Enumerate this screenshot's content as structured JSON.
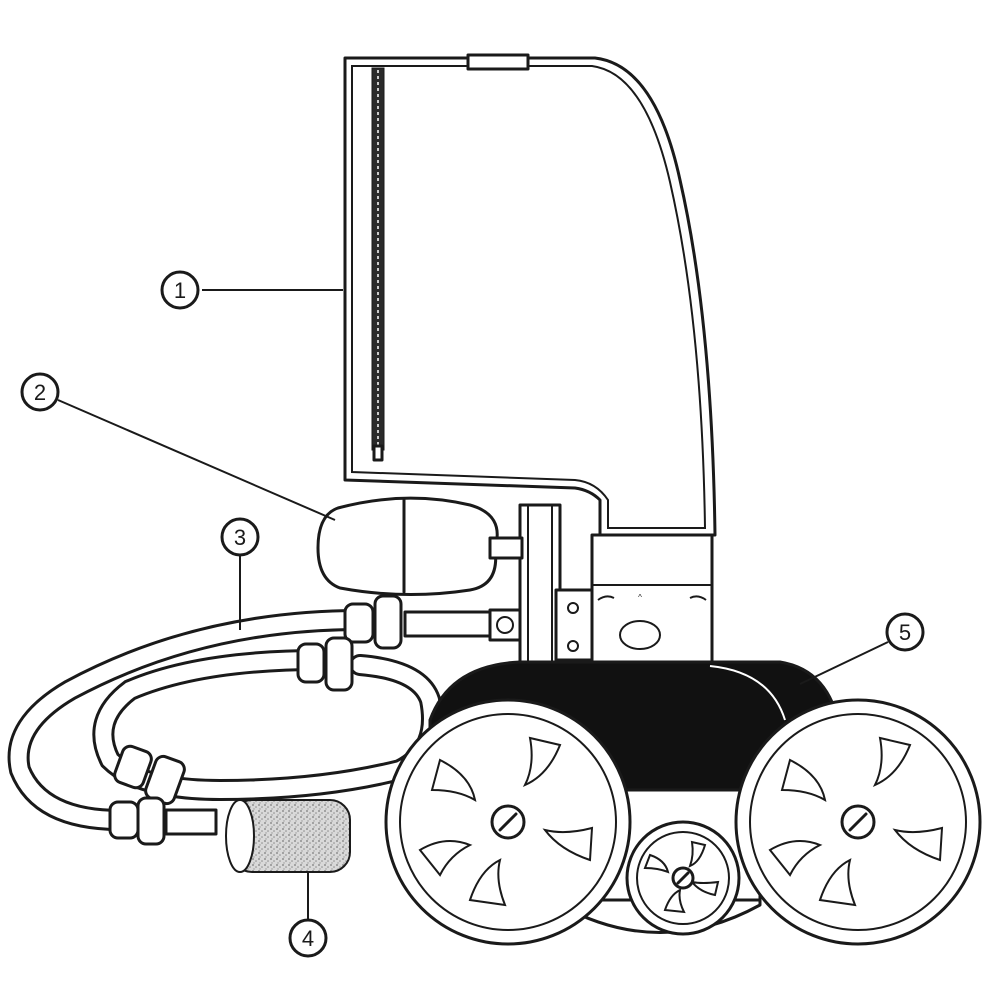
{
  "callouts": [
    {
      "id": "1",
      "label": "1"
    },
    {
      "id": "2",
      "label": "2"
    },
    {
      "id": "3",
      "label": "3"
    },
    {
      "id": "4",
      "label": "4"
    },
    {
      "id": "5",
      "label": "5"
    }
  ],
  "colors": {
    "line": "#1a1a1a",
    "fill": "#ffffff",
    "dark_part": "#111111",
    "foam": "#cfcfcf"
  }
}
